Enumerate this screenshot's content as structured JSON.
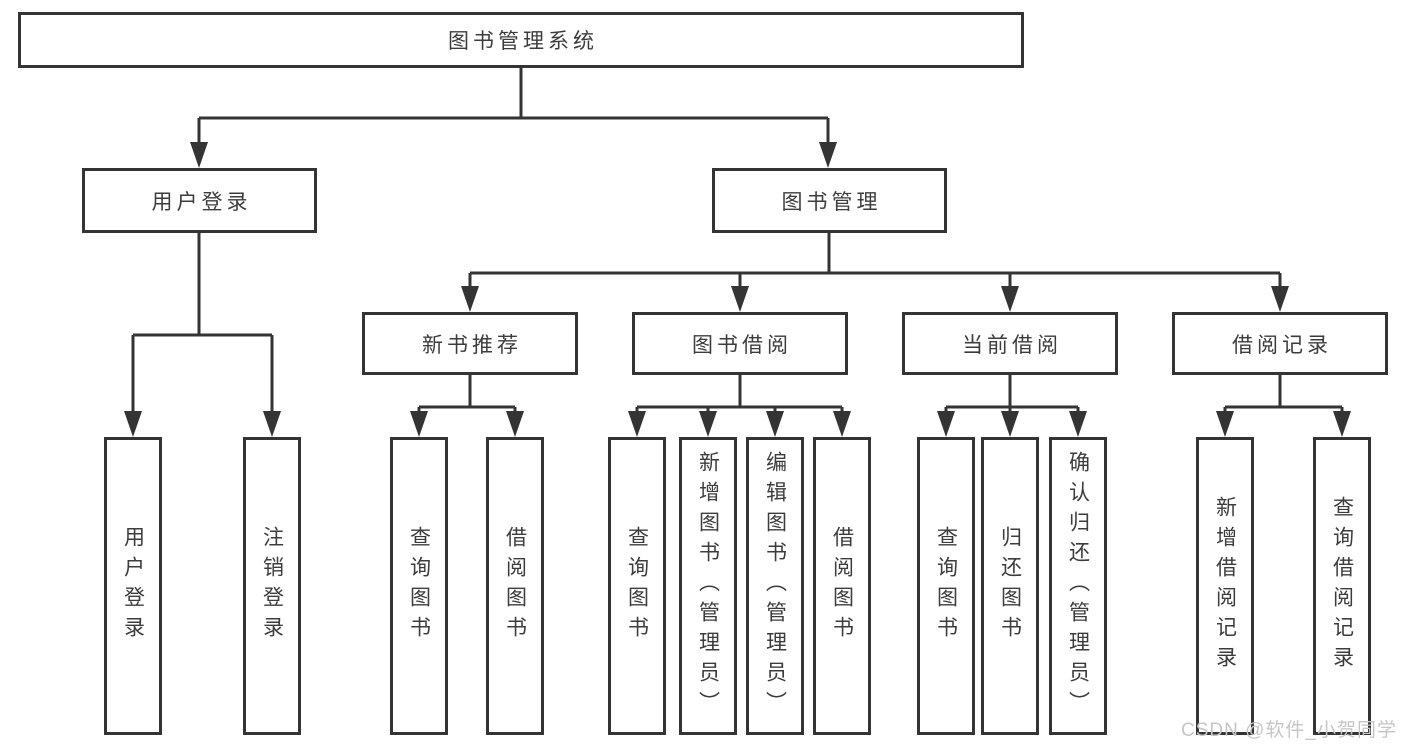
{
  "diagram": {
    "title": "图书管理系统",
    "type": "hierarchy-flowchart",
    "colors": {
      "line": "#343434",
      "text": "#3c3c3c",
      "background": "#ffffff",
      "watermark": "#c6c6c6"
    },
    "tree": {
      "label": "图书管理系统",
      "children": [
        {
          "label": "用户登录",
          "children": [
            {
              "label": "用户登录"
            },
            {
              "label": "注销登录"
            }
          ]
        },
        {
          "label": "图书管理",
          "children": [
            {
              "label": "新书推荐",
              "children": [
                {
                  "label": "查询图书"
                },
                {
                  "label": "借阅图书"
                }
              ]
            },
            {
              "label": "图书借阅",
              "children": [
                {
                  "label": "查询图书"
                },
                {
                  "label": "新增图书（管理员）"
                },
                {
                  "label": "编辑图书（管理员）"
                },
                {
                  "label": "借阅图书"
                }
              ]
            },
            {
              "label": "当前借阅",
              "children": [
                {
                  "label": "查询图书"
                },
                {
                  "label": "归还图书"
                },
                {
                  "label": "确认归还（管理员）"
                }
              ]
            },
            {
              "label": "借阅记录",
              "children": [
                {
                  "label": "新增借阅记录"
                },
                {
                  "label": "查询借阅记录"
                }
              ]
            }
          ]
        }
      ]
    }
  },
  "watermark": {
    "text": "CSDN @软件_小贺同学"
  }
}
